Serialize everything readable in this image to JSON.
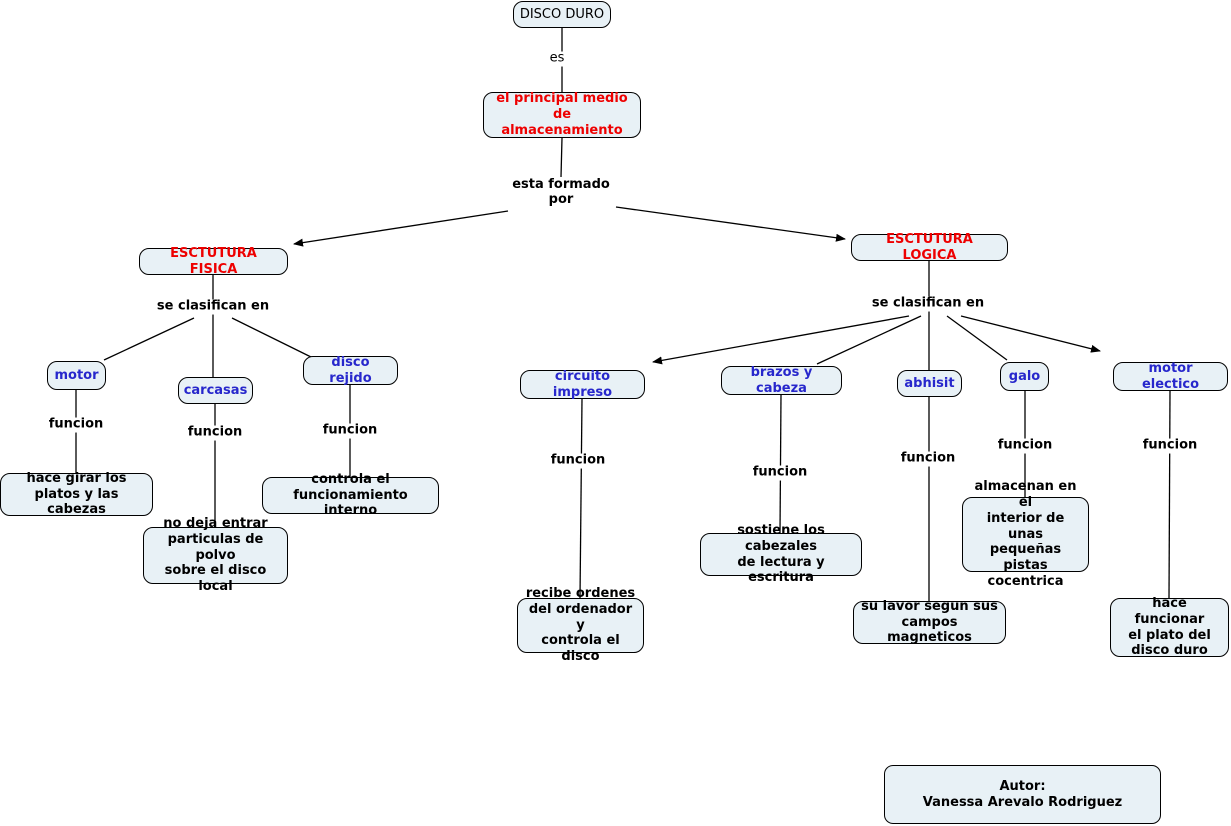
{
  "title": "Mapa conceptual: Disco Duro",
  "colors": {
    "background": "#ffffff",
    "node_fill": "#e8f1f6",
    "node_border": "#000000",
    "red_text": "#ee0000",
    "blue_text": "#2727cc",
    "black_text": "#000000"
  },
  "nodes": {
    "disco_duro": "DISCO DURO",
    "principal": "el principal medio de\nalmacenamiento",
    "fisica": "ESCTUTURA FISICA",
    "logica": "ESCTUTURA LOGICA",
    "motor": "motor",
    "carcasas": "carcasas",
    "disco_rejido": "disco rejido",
    "circuito_impreso": "circuito impreso",
    "brazos_y_cabeza": "brazos y cabeza",
    "abhisit": "abhisit",
    "galo": "galo",
    "motor_electico": "motor electico",
    "leaf_motor": "hace girar los\nplatos y las cabezas",
    "leaf_carcasas": "no deja entrar\nparticulas de polvo\nsobre el disco local",
    "leaf_disco_rejido": "controla el\nfuncionamiento interno",
    "leaf_circuito": "recibe ordenes\ndel ordenador y\ncontrola el disco",
    "leaf_brazos": "sostiene los cabezales\nde lectura y escritura",
    "leaf_galo": "almacenan en el\ninterior de unas\npequeñas pistas\ncocentrica",
    "leaf_abhisit": "su lavor segun sus\ncampos magneticos",
    "leaf_motor_electico": "hace funcionar\nel plato del\ndisco duro",
    "autor": "Autor:\nVanessa Arevalo Rodriguez"
  },
  "links": {
    "es": "es",
    "esta_formado": "esta formado\npor",
    "se_clasifican": "se clasifican en",
    "funcion": "funcion"
  }
}
